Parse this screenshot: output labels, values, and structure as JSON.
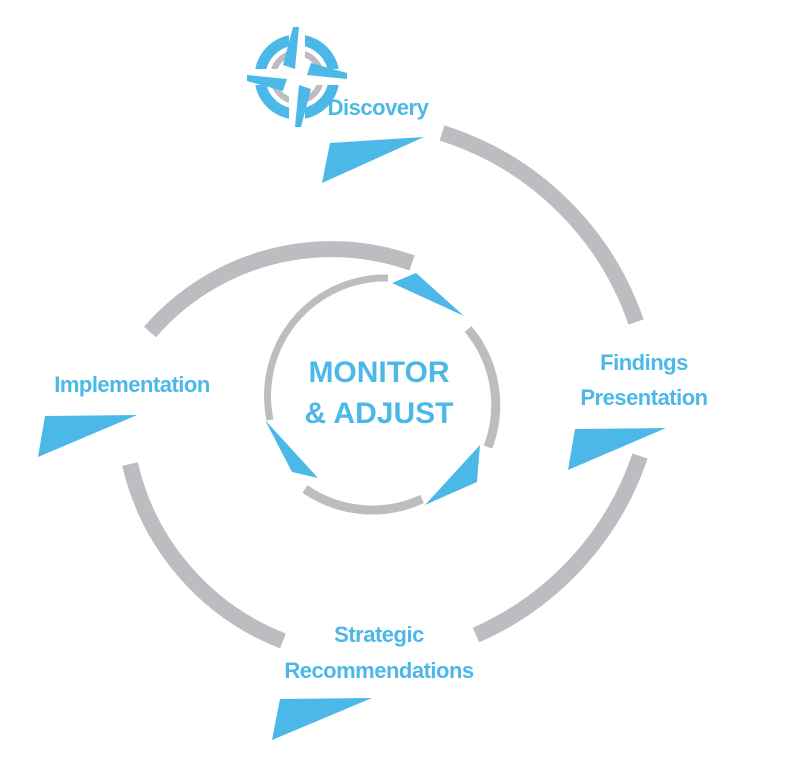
{
  "diagram": {
    "title": "Process cycle",
    "colors": {
      "accent": "#4cb8e8",
      "ring": "#bcbdc0"
    },
    "center_label": {
      "line1": "MONITOR",
      "line2": "& ADJUST"
    },
    "stages": [
      {
        "id": "discovery",
        "lines": [
          "Discovery"
        ],
        "icon": "compass-icon"
      },
      {
        "id": "findings",
        "lines": [
          "Findings",
          "Presentation"
        ]
      },
      {
        "id": "strategic",
        "lines": [
          "Strategic",
          "Recommendations"
        ]
      },
      {
        "id": "implementation",
        "lines": [
          "Implementation"
        ]
      }
    ]
  }
}
